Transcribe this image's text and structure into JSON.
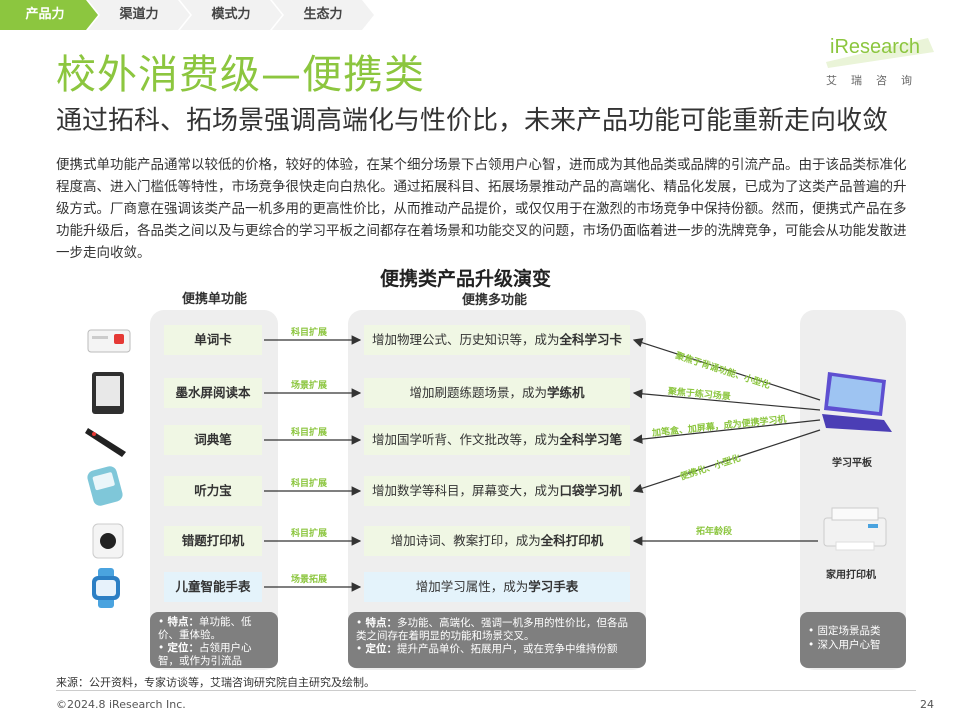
{
  "nav": {
    "tabs": [
      {
        "label": "产品力",
        "active": true
      },
      {
        "label": "渠道力",
        "active": false
      },
      {
        "label": "模式力",
        "active": false
      },
      {
        "label": "生态力",
        "active": false
      }
    ]
  },
  "header": {
    "title": "校外消费级—便携类",
    "subtitle": "通过拓科、拓场景强调高端化与性价比，未来产品功能可能重新走向收敛"
  },
  "logo": {
    "brand": "iResearch",
    "cn": "艾瑞咨询"
  },
  "intro": "便携式单功能产品通常以较低的价格，较好的体验，在某个细分场景下占领用户心智，进而成为其他品类或品牌的引流产品。由于该品类标准化程度高、进入门槛低等特性，市场竞争很快走向白热化。通过拓展科目、拓展场景推动产品的高端化、精品化发展，已成为了这类产品普遍的升级方式。厂商意在强调该类产品一机多用的更高性价比，从而推动产品提价，或仅仅用于在激烈的市场竞争中保持份额。然而，便携式产品在多功能升级后，各品类之间以及与更综合的学习平板之间都存在着场景和功能交叉的问题，市场仍面临着进一步的洗牌竞争，可能会从功能发散进一步走向收敛。",
  "diagram": {
    "title": "便携类产品升级演变",
    "single_head": "便携单功能",
    "multi_head": "便携多功能",
    "rows": [
      {
        "single": "单词卡",
        "edge": "科目扩展",
        "multi_pre": "增加物理公式、历史知识等，成为",
        "multi_bold": "全科学习卡",
        "icon": "word-card-icon"
      },
      {
        "single": "墨水屏阅读本",
        "edge": "场景扩展",
        "multi_pre": "增加刷题练题场景，成为",
        "multi_bold": "学练机",
        "icon": "e-reader-icon"
      },
      {
        "single": "词典笔",
        "edge": "科目扩展",
        "multi_pre": "增加国学听背、作文批改等，成为",
        "multi_bold": "全科学习笔",
        "icon": "dictionary-pen-icon"
      },
      {
        "single": "听力宝",
        "edge": "科目扩展",
        "multi_pre": "增加数学等科目，屏幕变大，成为",
        "multi_bold": "口袋学习机",
        "icon": "listening-device-icon"
      },
      {
        "single": "错题打印机",
        "edge": "科目扩展",
        "multi_pre": "增加诗词、教案打印，成为",
        "multi_bold": "全科打印机",
        "icon": "mini-printer-icon"
      },
      {
        "single": "儿童智能手表",
        "edge": "场景拓展",
        "multi_pre": "增加学习属性，成为",
        "multi_bold": "学习手表",
        "icon": "smartwatch-icon"
      }
    ],
    "right_edges": [
      "聚焦于背诵功能、小型化",
      "聚焦于练习场景",
      "加笔盒、加屏幕，成为便携学习机",
      "便携化、小型化",
      "拓年龄段"
    ],
    "tablet_label": "学习平板",
    "printer_label": "家用打印机",
    "notes": {
      "single": [
        {
          "k": "特点：",
          "v": "单功能、低价、重体验。"
        },
        {
          "k": "定位：",
          "v": "占领用户心智，或作为引流品"
        }
      ],
      "multi": [
        {
          "k": "特点：",
          "v": "多功能、高端化、强调一机多用的性价比，但各品类之间存在着明显的功能和场景交叉。"
        },
        {
          "k": "定位：",
          "v": "提升产品单价、拓展用户，或在竞争中维持份额"
        }
      ],
      "right": [
        "固定场景品类",
        "深入用户心智"
      ]
    },
    "colors": {
      "green": "#8cc63f",
      "green_box": "#f0f7e4",
      "blue_box": "#e4f3fb",
      "panel": "#eeeeee",
      "note": "#7f7f7f"
    }
  },
  "footer": {
    "source": "来源：公开资料，专家访谈等，艾瑞咨询研究院自主研究及绘制。",
    "copyright": "©2024.8 iResearch Inc.",
    "page": "24"
  }
}
